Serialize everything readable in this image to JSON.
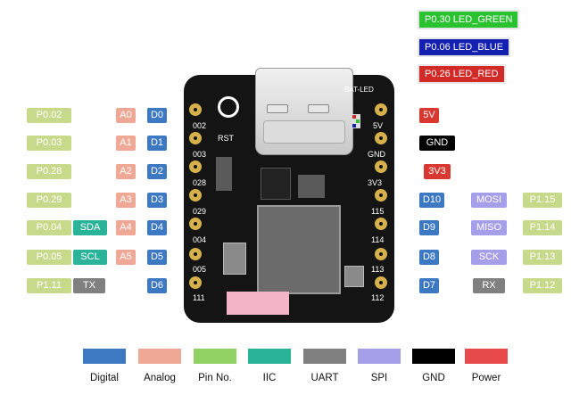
{
  "leds": {
    "green": {
      "label": "P0.30 LED_GREEN",
      "color": "#2bc232"
    },
    "blue": {
      "label": "P0.06 LED_BLUE",
      "color": "#1420b0"
    },
    "red": {
      "label": "P0.26 LED_RED",
      "color": "#d22a26"
    }
  },
  "left_pins": [
    {
      "pin": "P0.02",
      "analog": "A0",
      "digital": "D0"
    },
    {
      "pin": "P0.03",
      "analog": "A1",
      "digital": "D1"
    },
    {
      "pin": "P0.28",
      "analog": "A2",
      "digital": "D2"
    },
    {
      "pin": "P0.29",
      "analog": "A3",
      "digital": "D3"
    },
    {
      "pin": "P0.04",
      "iic": "SDA",
      "analog": "A4",
      "digital": "D4"
    },
    {
      "pin": "P0.05",
      "iic": "SCL",
      "analog": "A5",
      "digital": "D5"
    },
    {
      "pin": "P1.11",
      "uart": "TX",
      "digital": "D6"
    }
  ],
  "right_pins": {
    "power5v": "5V",
    "gnd": "GND",
    "power3v3": "3V3",
    "rows": [
      {
        "digital": "D10",
        "spi": "MOSI",
        "pin": "P1.15"
      },
      {
        "digital": "D9",
        "spi": "MISO",
        "pin": "P1.14"
      },
      {
        "digital": "D8",
        "spi": "SCK",
        "pin": "P1.13"
      },
      {
        "digital": "D7",
        "uart": "RX",
        "pin": "P1.12"
      }
    ]
  },
  "board": {
    "bat_led": "BAT-LED",
    "rst": "RST",
    "left_silk": [
      "002",
      "003",
      "028",
      "029",
      "004",
      "005",
      "111"
    ],
    "right_silk": [
      "5V",
      "GND",
      "3V3",
      "115",
      "114",
      "113",
      "112"
    ]
  },
  "legend": [
    {
      "label": "Digital",
      "color": "#3d78c2"
    },
    {
      "label": "Analog",
      "color": "#f0a896"
    },
    {
      "label": "Pin No.",
      "color": "#8fd162"
    },
    {
      "label": "IIC",
      "color": "#2bb39a"
    },
    {
      "label": "UART",
      "color": "#808080"
    },
    {
      "label": "SPI",
      "color": "#a59ee8"
    },
    {
      "label": "GND",
      "color": "#000000"
    },
    {
      "label": "Power",
      "color": "#e8494a"
    }
  ]
}
